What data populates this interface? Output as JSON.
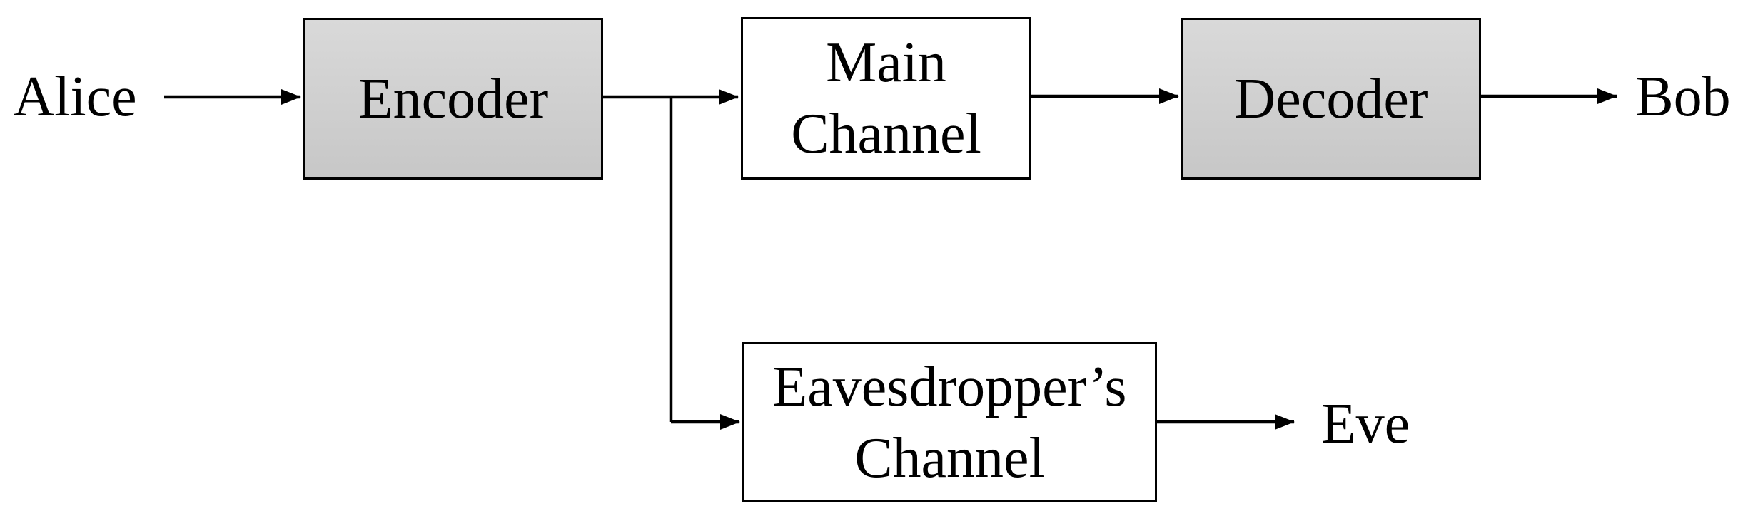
{
  "colors": {
    "background": "#ffffff",
    "line": "#000000",
    "box-border": "#000000",
    "gray-top": "#d9d9d9",
    "gray-bottom": "#c7c7c7",
    "white-fill": "#ffffff",
    "text": "#000000"
  },
  "nodes": {
    "alice": {
      "label": "Alice"
    },
    "encoder": {
      "label": "Encoder"
    },
    "main_channel": {
      "line1": "Main",
      "line2": "Channel"
    },
    "decoder": {
      "label": "Decoder"
    },
    "bob": {
      "label": "Bob"
    },
    "eavesdropper_channel": {
      "line1": "Eavesdropper’s",
      "line2": "Channel"
    },
    "eve": {
      "label": "Eve"
    }
  }
}
